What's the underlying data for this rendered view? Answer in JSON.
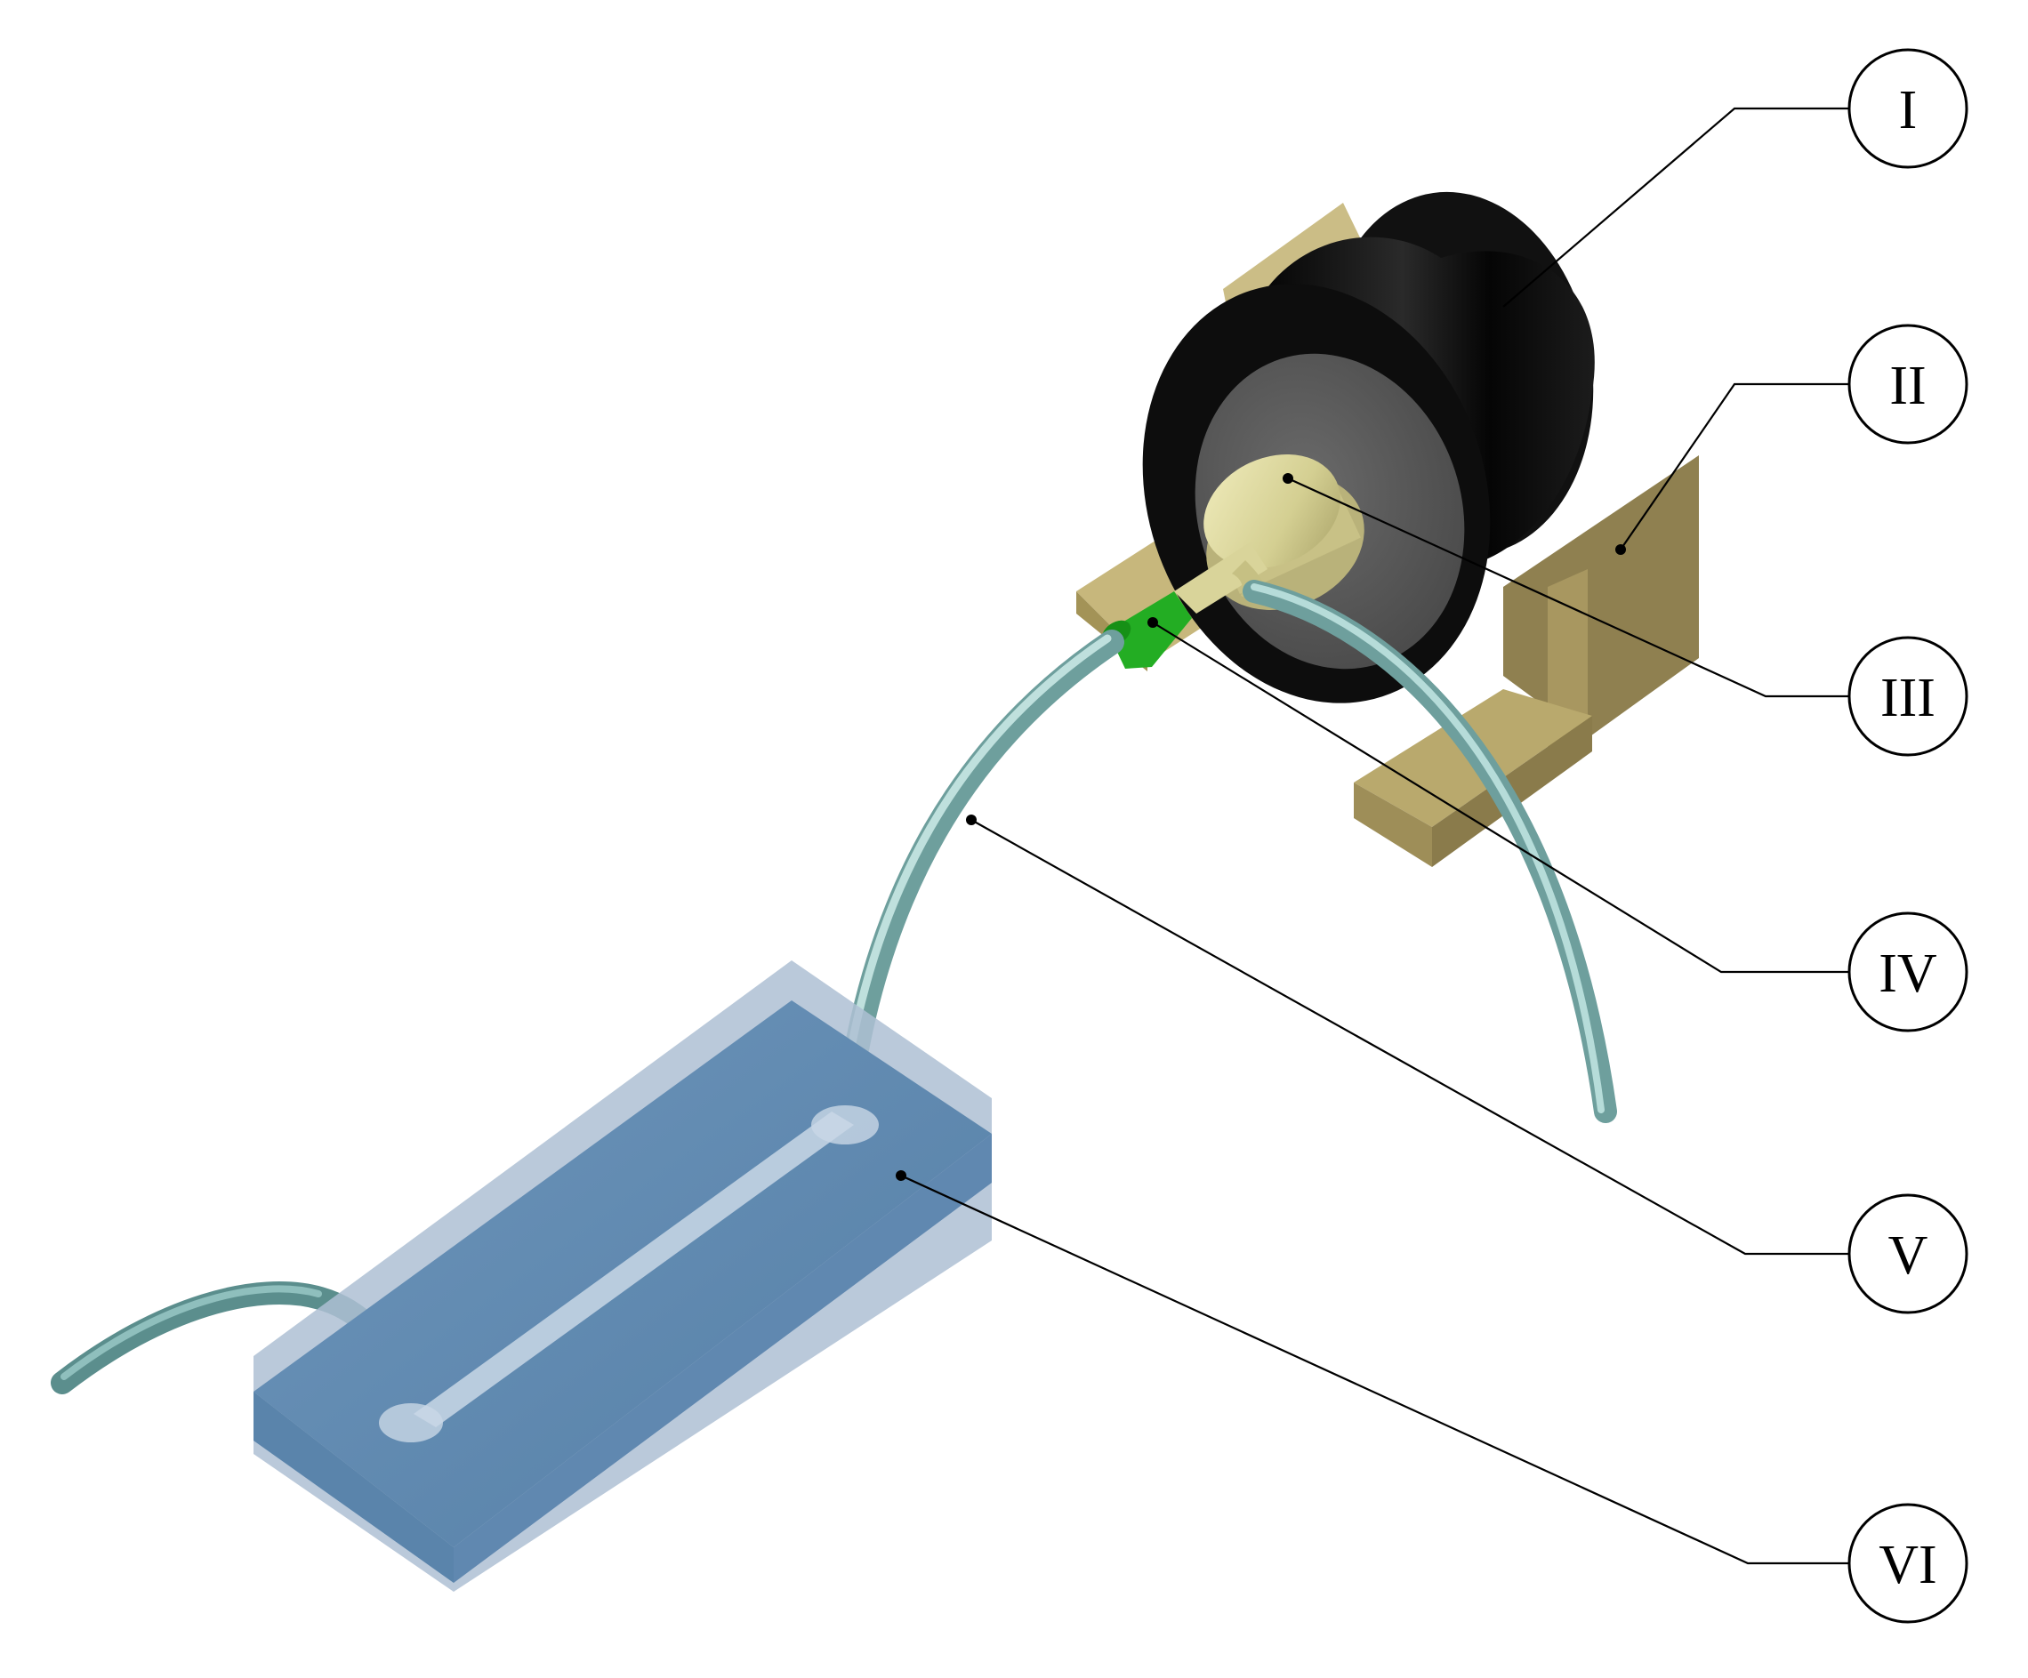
{
  "colors": {
    "background": "#ffffff",
    "leader_line": "#000000",
    "bracket_light": "#cbbd86",
    "bracket_mid": "#b2a268",
    "bracket_dark": "#8f8050",
    "wheel_black": "#0b0b0b",
    "wheel_face": "#5e5e5e",
    "hub_brass": "#d9d49a",
    "connector_green": "#22b022",
    "tube_teal": "#8fbfbd",
    "chip_outer": "#aebfd4",
    "chip_inner": "#5b86ad"
  },
  "callouts": [
    {
      "id": "I",
      "label": "I"
    },
    {
      "id": "II",
      "label": "II"
    },
    {
      "id": "III",
      "label": "III"
    },
    {
      "id": "IV",
      "label": "IV"
    },
    {
      "id": "V",
      "label": "V"
    },
    {
      "id": "VI",
      "label": "VI"
    }
  ]
}
